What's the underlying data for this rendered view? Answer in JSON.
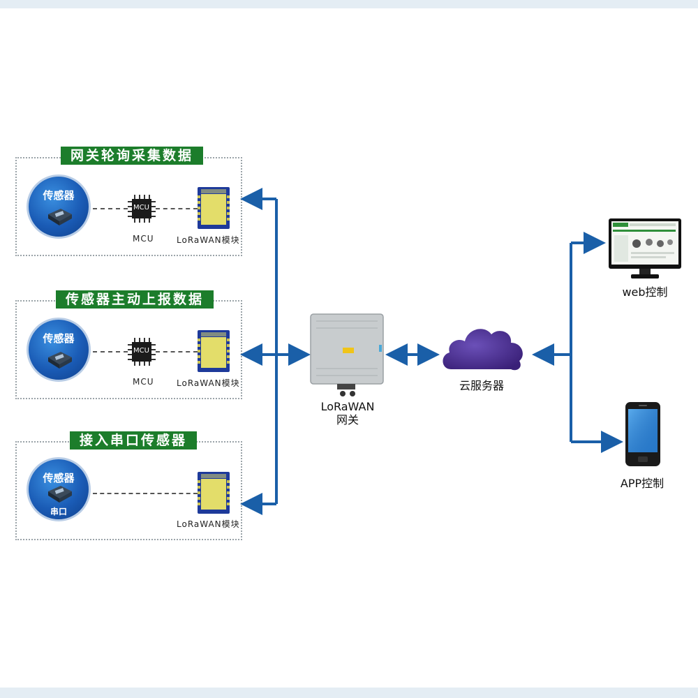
{
  "groups": [
    {
      "title": "网关轮询采集数据",
      "sensor_label": "传感器",
      "mcu_chip_text": "MCU",
      "mcu_label": "MCU",
      "module_label": "LoRaWAN模块"
    },
    {
      "title": "传感器主动上报数据",
      "sensor_label": "传感器",
      "mcu_chip_text": "MCU",
      "mcu_label": "MCU",
      "module_label": "LoRaWAN模块"
    },
    {
      "title": "接入串口传感器",
      "sensor_label": "传感器",
      "sensor_sub_label": "串口",
      "module_label": "LoRaWAN模块"
    }
  ],
  "gateway": {
    "label_line1": "LoRaWAN",
    "label_line2": "网关"
  },
  "cloud": {
    "label": "云服务器"
  },
  "clients": {
    "web_label": "web控制",
    "app_label": "APP控制"
  },
  "colors": {
    "title_green": "#1c7d2b",
    "arrow_blue": "#1a5fa8",
    "cloud_purple": "#4a2f8f",
    "sensor_blue": "#1a5bb5"
  },
  "icons": [
    "sensor-icon",
    "mcu-chip-icon",
    "lorawan-module-icon",
    "gateway-icon",
    "cloud-icon",
    "monitor-icon",
    "smartphone-icon"
  ]
}
